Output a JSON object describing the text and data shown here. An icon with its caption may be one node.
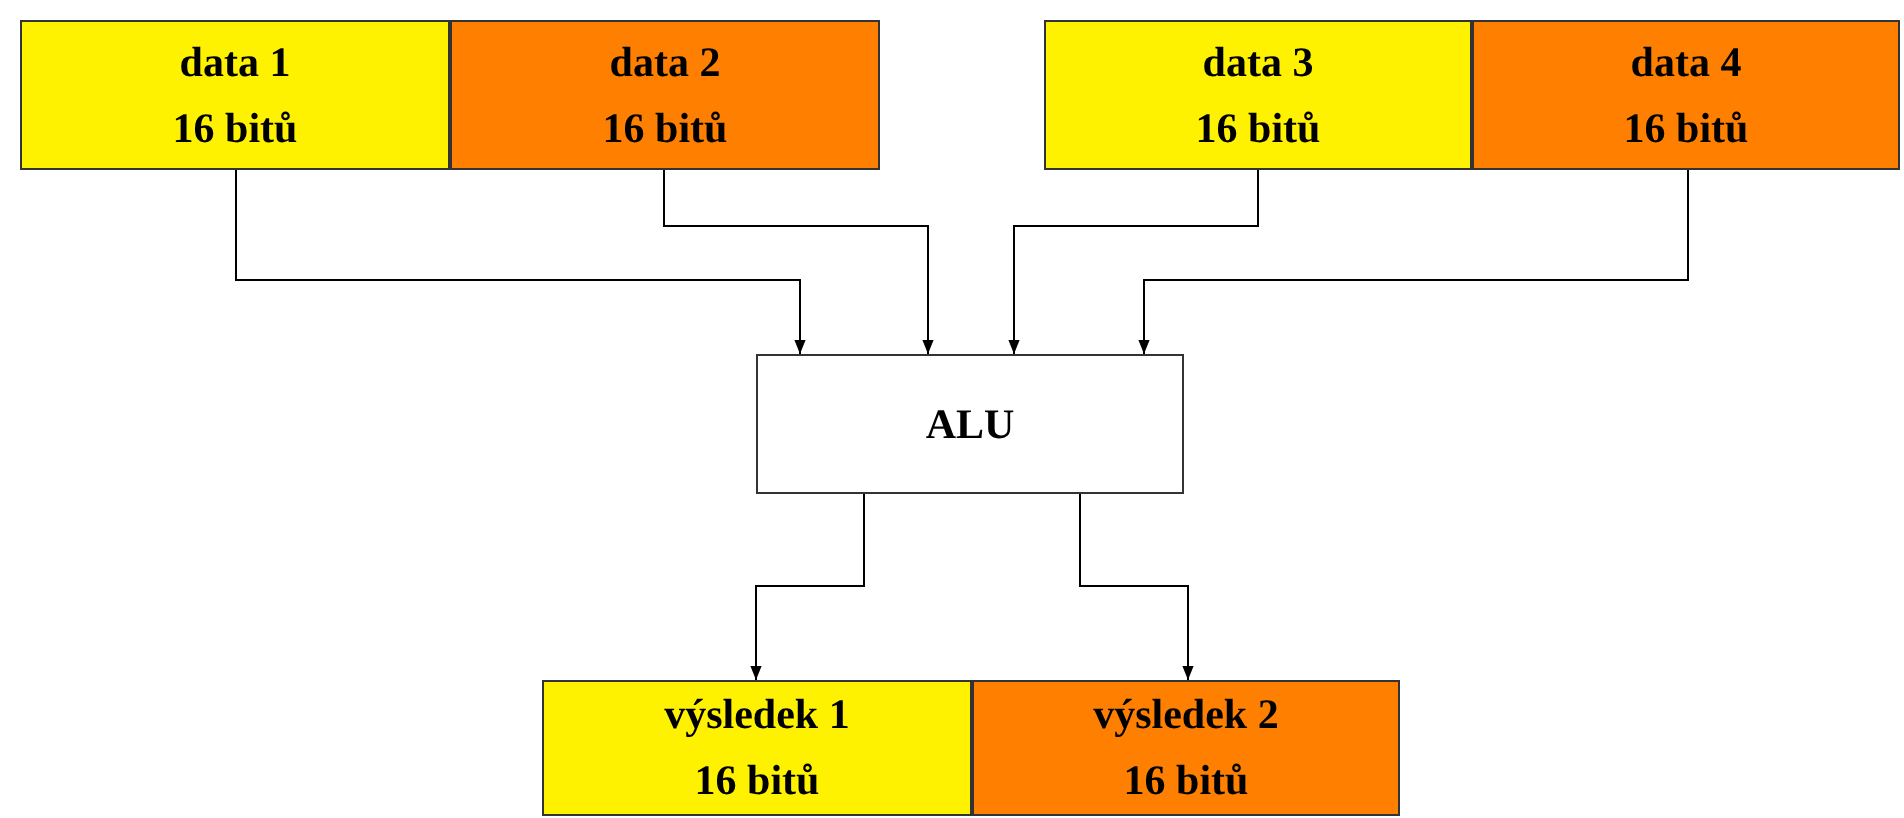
{
  "diagram": {
    "nodes": [
      {
        "text": [
          "data 1",
          "16 bitů"
        ]
      },
      {
        "text": [
          "data 2",
          "16 bitů"
        ]
      },
      {
        "text": [
          "data 3",
          "16 bitů"
        ]
      },
      {
        "text": [
          "data 4",
          "16 bitů"
        ]
      },
      {
        "text": [
          "ALU"
        ]
      },
      {
        "text": [
          "výsledek 1",
          "16 bitů"
        ]
      },
      {
        "text": [
          "výsledek 2",
          "16 bitů"
        ]
      }
    ],
    "edges": [
      {
        "from": 0,
        "to": 4,
        "arrow": "to"
      },
      {
        "from": 1,
        "to": 4,
        "arrow": "to"
      },
      {
        "from": 2,
        "to": 4,
        "arrow": "to"
      },
      {
        "from": 3,
        "to": 4,
        "arrow": "to"
      },
      {
        "from": 4,
        "to": 5,
        "arrow": "to"
      },
      {
        "from": 4,
        "to": 6,
        "arrow": "to"
      }
    ]
  }
}
